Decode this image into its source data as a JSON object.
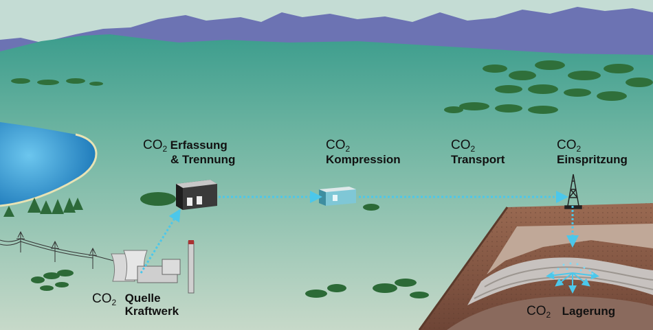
{
  "co2": {
    "base": "CO",
    "sub": "2"
  },
  "stages": {
    "capture": {
      "line1": "Erfassung",
      "line2": "& Trennung"
    },
    "compression": {
      "label": "Kompression"
    },
    "transport": {
      "label": "Transport"
    },
    "injection": {
      "label": "Einspritzung"
    },
    "source": {
      "line1": "Quelle",
      "line2": "Kraftwerk"
    },
    "storage": {
      "label": "Lagerung"
    }
  },
  "colors": {
    "sky": "#c4dcd4",
    "mountains": "#6c73b3",
    "hills": "#3e9f90",
    "plain": "#a9cbb6",
    "lake": "#1f86c4",
    "flow_arrow": "#4cc7ea",
    "soil": "#8b5a44",
    "rock_layer": "#b8b0a8"
  }
}
